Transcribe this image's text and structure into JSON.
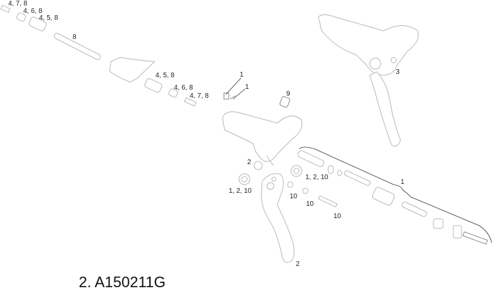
{
  "labels": {
    "a1": "4, 7, 8",
    "a2": "4, 6, 8",
    "a3": "4, 5, 8",
    "a4": "8",
    "a5": "4, 5, 8",
    "a6": "4, 6, 8",
    "a7": "4, 7, 8",
    "b1": "1",
    "b2": "1",
    "b3": "9",
    "b4": "3",
    "c1": "2",
    "c2": "1, 2, 10",
    "c3": "1, 2, 10",
    "c4": "10",
    "c5": "10",
    "c6": "10",
    "c7": "1",
    "c8": "2"
  },
  "caption": "2. A150211G",
  "colors": {
    "line": "#b8b8b8",
    "text": "#222222"
  }
}
